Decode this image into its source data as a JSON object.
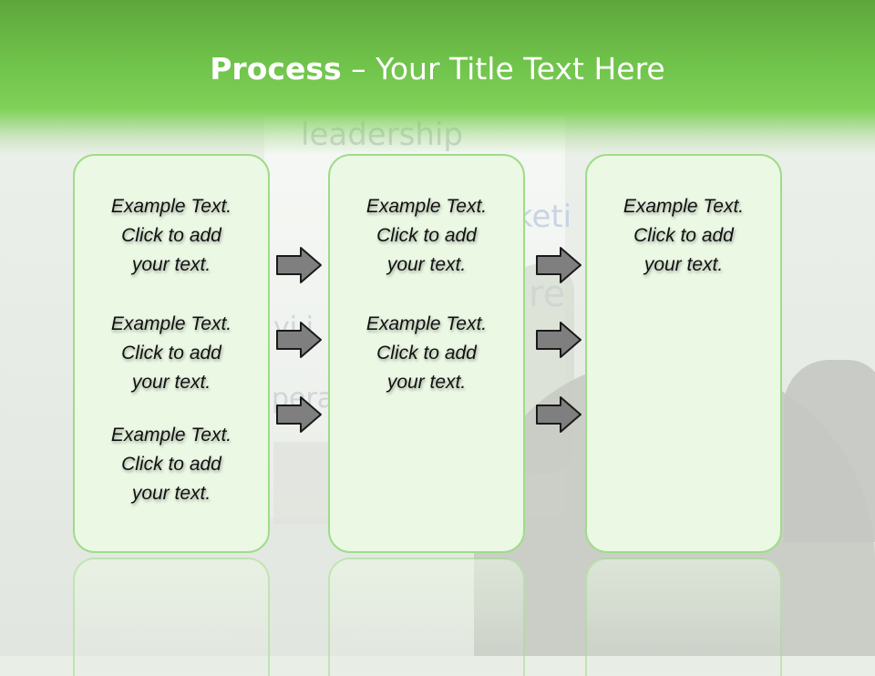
{
  "title": {
    "bold": "Process",
    "rest": "  – Your Title Text Here"
  },
  "background_words": [
    "leadership",
    "keti",
    "re",
    "vi i",
    "pera"
  ],
  "columns": [
    {
      "items": [
        [
          "Example Text.",
          "Click  to add",
          "your text."
        ],
        [
          "Example Text.",
          "Click  to add",
          "your text."
        ],
        [
          "Example Text.",
          "Click  to add",
          "your text."
        ]
      ]
    },
    {
      "items": [
        [
          "Example Text.",
          "Click  to add",
          "your text."
        ],
        [
          "Example Text.",
          "Click  to add",
          "your text."
        ]
      ]
    },
    {
      "items": [
        [
          "Example Text.",
          "Click  to add",
          "your text."
        ]
      ]
    }
  ],
  "colors": {
    "header": "#6fc24a",
    "panel_border": "#9fdc8a",
    "panel_fill": "#ebf8e4",
    "arrow": "#7f7f7f"
  }
}
